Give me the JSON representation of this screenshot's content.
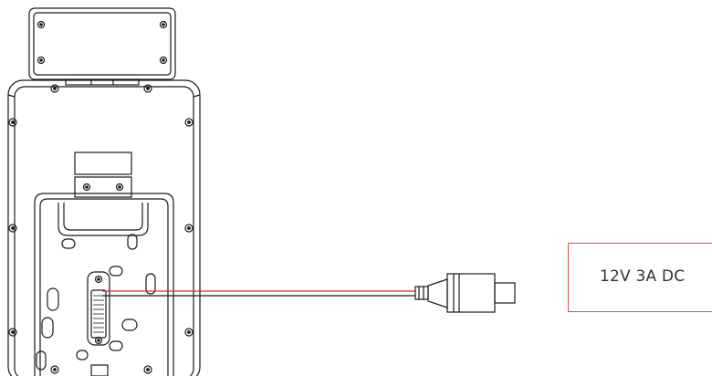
{
  "power_supply": {
    "label": "12V 3A DC",
    "border_color": "#d9534f"
  },
  "colors": {
    "outline": "#1a1a1a",
    "wire_red": "#e0242b"
  },
  "icons": {
    "device": "device-rear-outline",
    "connector": "dc-barrel-connector"
  }
}
